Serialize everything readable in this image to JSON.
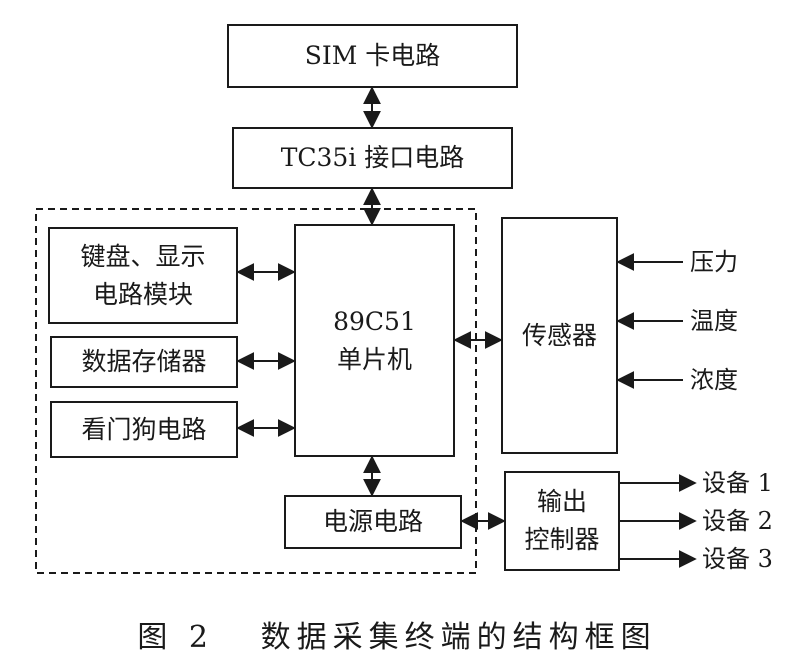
{
  "blocks": {
    "sim": "SIM 卡电路",
    "tc35i": "TC35i 接口电路",
    "keypad_line1": "键盘、显示",
    "keypad_line2": "电路模块",
    "mcu_line1": "89C51",
    "mcu_line2": "单片机",
    "storage": "数据存储器",
    "watchdog": "看门狗电路",
    "power": "电源电路",
    "sensor": "传感器",
    "output_line1": "输出",
    "output_line2": "控制器"
  },
  "inputs": [
    "压力",
    "温度",
    "浓度"
  ],
  "outputs": [
    "设备 1",
    "设备 2",
    "设备 3"
  ],
  "caption": "图 2   数据采集终端的结构框图"
}
